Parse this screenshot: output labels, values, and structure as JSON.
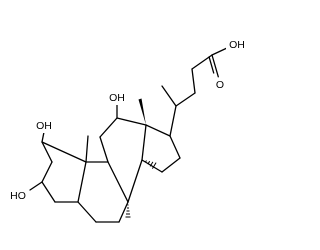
{
  "molecule": {
    "atom_labels": {
      "oh_c12": "OH",
      "oh_c1": "OH",
      "oh_c3": "HO",
      "carbonyl_o": "O",
      "acid_oh": "OH"
    }
  },
  "colors": {
    "bond": "#000000",
    "background": "#ffffff"
  }
}
